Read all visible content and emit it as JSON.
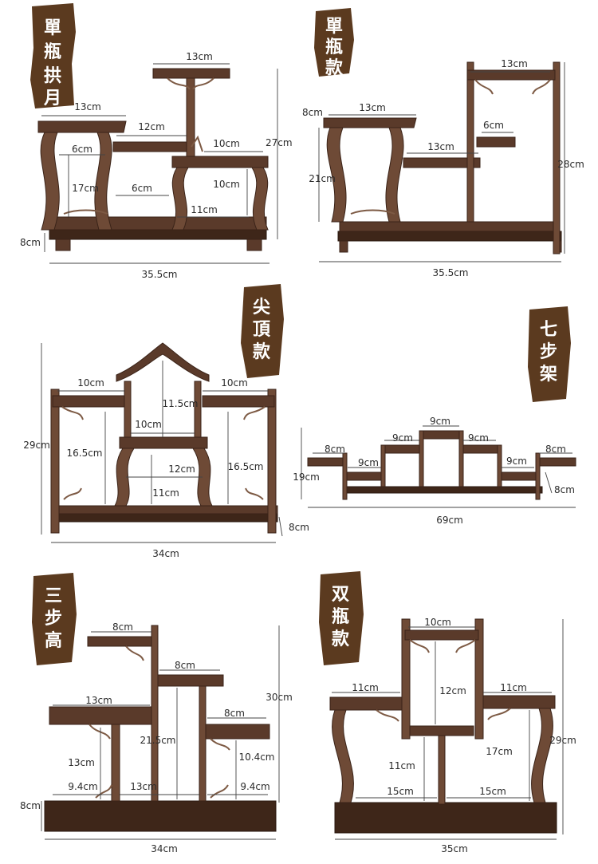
{
  "colors": {
    "wood": "#5a3a2a",
    "tag": "#5b3a1f"
  },
  "panels": [
    {
      "title": "單瓶拱月",
      "dims": [
        "13cm",
        "13cm",
        "12cm",
        "6cm",
        "10cm",
        "27cm",
        "17cm",
        "6cm",
        "10cm",
        "11cm",
        "8cm",
        "35.5cm"
      ]
    },
    {
      "title": "單瓶款",
      "dims": [
        "13cm",
        "8cm",
        "13cm",
        "6cm",
        "13cm",
        "21cm",
        "28cm",
        "35.5cm"
      ]
    },
    {
      "title": "尖頂款",
      "dims": [
        "10cm",
        "10cm",
        "11.5cm",
        "10cm",
        "29cm",
        "16.5cm",
        "12cm",
        "16.5cm",
        "11cm",
        "8cm",
        "34cm"
      ]
    },
    {
      "title": "七步架",
      "dims": [
        "9cm",
        "8cm",
        "9cm",
        "9cm",
        "8cm",
        "9cm",
        "9cm",
        "19cm",
        "8cm",
        "69cm"
      ]
    },
    {
      "title": "三步高",
      "dims": [
        "8cm",
        "8cm",
        "13cm",
        "8cm",
        "30cm",
        "21.5cm",
        "10.4cm",
        "13cm",
        "9.4cm",
        "13cm",
        "9.4cm",
        "8cm",
        "34cm"
      ]
    },
    {
      "title": "双瓶款",
      "dims": [
        "10cm",
        "11cm",
        "11cm",
        "12cm",
        "17cm",
        "29cm",
        "11cm",
        "15cm",
        "15cm",
        "35cm"
      ]
    }
  ]
}
